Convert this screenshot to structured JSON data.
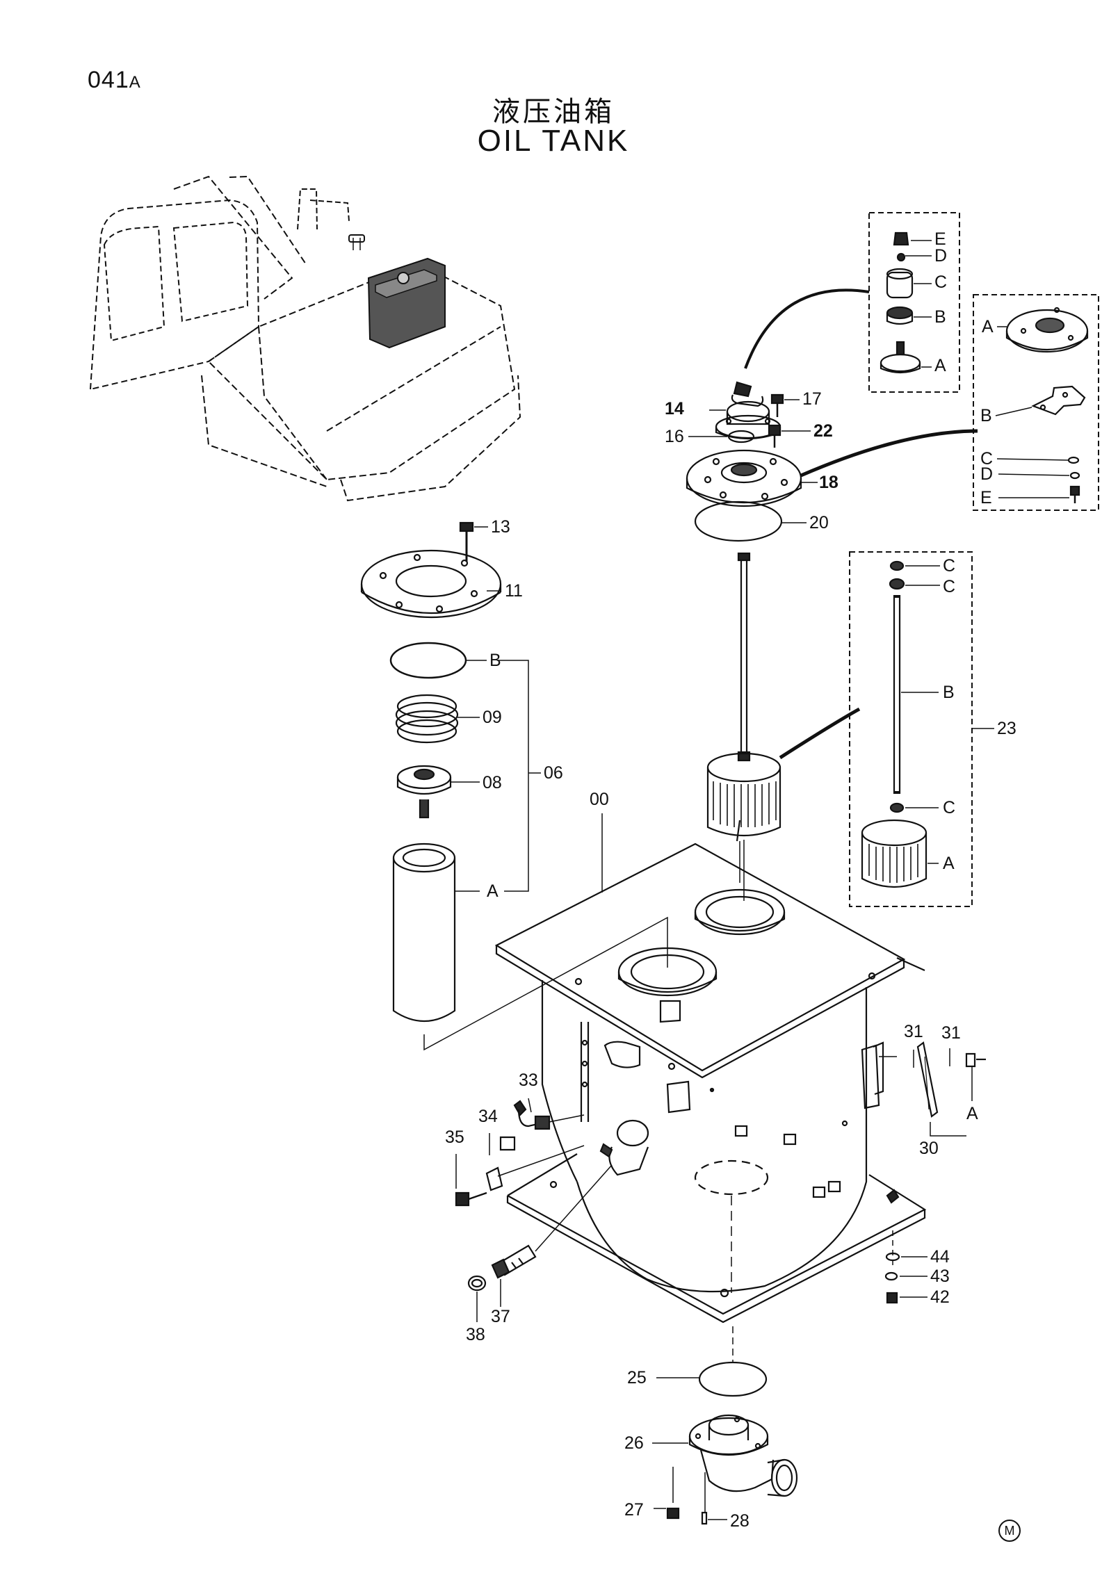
{
  "page": {
    "code": "041",
    "code_suffix": "A",
    "title_cn": "液压油箱",
    "title_en": "OIL  TANK",
    "corner_mark": "M"
  },
  "callouts": [
    {
      "id": "c00",
      "label": "00"
    },
    {
      "id": "c06",
      "label": "06"
    },
    {
      "id": "c06A",
      "label": "A"
    },
    {
      "id": "c06B",
      "label": "B"
    },
    {
      "id": "c08",
      "label": "08"
    },
    {
      "id": "c09",
      "label": "09"
    },
    {
      "id": "c11",
      "label": "11"
    },
    {
      "id": "c13",
      "label": "13"
    },
    {
      "id": "c14",
      "label": "14"
    },
    {
      "id": "c16",
      "label": "16"
    },
    {
      "id": "c17",
      "label": "17"
    },
    {
      "id": "c18",
      "label": "18"
    },
    {
      "id": "c20",
      "label": "20"
    },
    {
      "id": "c22",
      "label": "22"
    },
    {
      "id": "c23",
      "label": "23"
    },
    {
      "id": "c23A",
      "label": "A"
    },
    {
      "id": "c23B",
      "label": "B"
    },
    {
      "id": "c23C1",
      "label": "C"
    },
    {
      "id": "c23C2",
      "label": "C"
    },
    {
      "id": "c23C3",
      "label": "C"
    },
    {
      "id": "c14A",
      "label": "A"
    },
    {
      "id": "c14B",
      "label": "B"
    },
    {
      "id": "c14C",
      "label": "C"
    },
    {
      "id": "c14D",
      "label": "D"
    },
    {
      "id": "c14E",
      "label": "E"
    },
    {
      "id": "c18A",
      "label": "A"
    },
    {
      "id": "c18B",
      "label": "B"
    },
    {
      "id": "c18C",
      "label": "C"
    },
    {
      "id": "c18D",
      "label": "D"
    },
    {
      "id": "c18E",
      "label": "E"
    },
    {
      "id": "c25",
      "label": "25"
    },
    {
      "id": "c26",
      "label": "26"
    },
    {
      "id": "c27",
      "label": "27"
    },
    {
      "id": "c28",
      "label": "28"
    },
    {
      "id": "c30",
      "label": "30"
    },
    {
      "id": "c30A",
      "label": "A"
    },
    {
      "id": "c31a",
      "label": "31"
    },
    {
      "id": "c31b",
      "label": "31"
    },
    {
      "id": "c33",
      "label": "33"
    },
    {
      "id": "c34",
      "label": "34"
    },
    {
      "id": "c35",
      "label": "35"
    },
    {
      "id": "c37",
      "label": "37"
    },
    {
      "id": "c38",
      "label": "38"
    },
    {
      "id": "c42",
      "label": "42"
    },
    {
      "id": "c43",
      "label": "43"
    },
    {
      "id": "c44",
      "label": "44"
    }
  ]
}
